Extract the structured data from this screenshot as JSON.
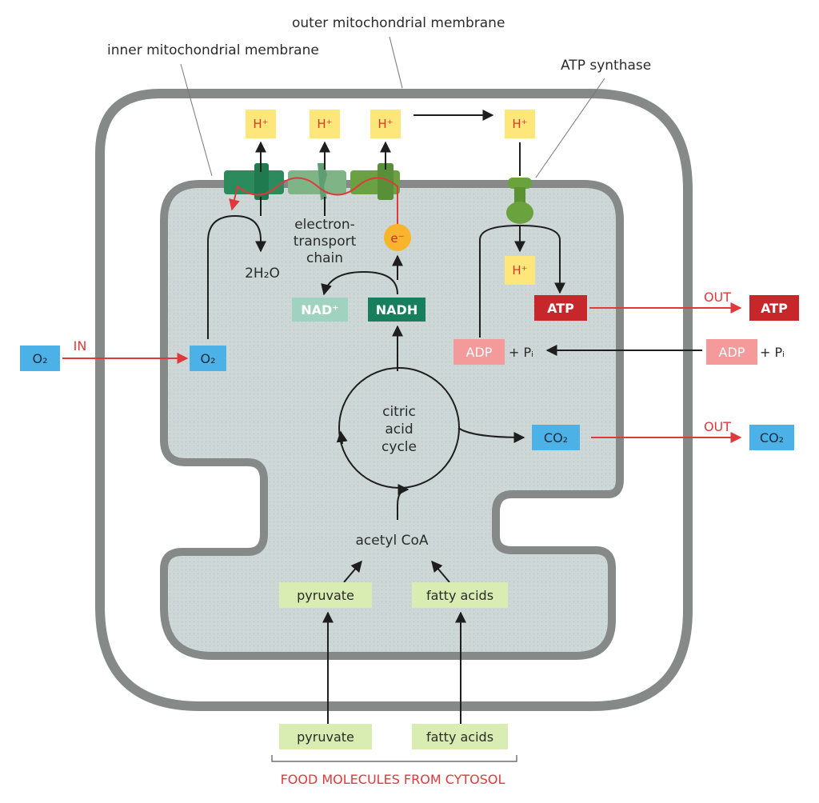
{
  "labels": {
    "outer_membrane": "outer mitochondrial membrane",
    "inner_membrane": "inner mitochondrial membrane",
    "atp_synthase": "ATP synthase",
    "electron_transport_chain": [
      "electron-",
      "transport",
      "chain"
    ],
    "citric_acid_cycle": [
      "citric",
      "acid",
      "cycle"
    ],
    "acetyl_coa": "acetyl CoA",
    "food_molecules": "FOOD MOLECULES FROM CYTOSOL",
    "in": "IN",
    "out_atp": "OUT",
    "out_co2": "OUT"
  },
  "chips": {
    "h_plus": "H⁺",
    "h_plus_inner": "H⁺",
    "electron": "e⁻",
    "nad_plus": "NAD⁺",
    "nadh": "NADH",
    "water": "2H₂O",
    "o2_outside": "O₂",
    "o2_inside": "O₂",
    "atp_inside": "ATP",
    "atp_outside": "ATP",
    "adp_inside": "ADP",
    "adp_outside": "ADP",
    "pi_inside": "+ Pᵢ",
    "pi_outside": "+ Pᵢ",
    "co2_inside": "CO₂",
    "co2_outside": "CO₂",
    "pyruvate_inside": "pyruvate",
    "fatty_acids_inside": "fatty acids",
    "pyruvate_outside": "pyruvate",
    "fatty_acids_outside": "fatty acids"
  },
  "colors": {
    "membrane": "#858a89",
    "matrix": "#cdd7d6",
    "h_plus_bg": "#fde77a",
    "o2_bg": "#4cb1e6",
    "co2_bg": "#4cb1e6",
    "atp_bg": "#c7262a",
    "adp_bg": "#f49a9a",
    "nadh_bg": "#177f5c",
    "nad_plus_bg": "#9fd3c0",
    "food_bg": "#d9ecb1",
    "electron_bg": "#f7b42c",
    "protein_dark": "#2c8b5d",
    "protein_mid": "#7fb487",
    "protein_light": "#6aa143",
    "atp_synthase": "#6aa33e",
    "red_arrow": "#e0393b"
  }
}
